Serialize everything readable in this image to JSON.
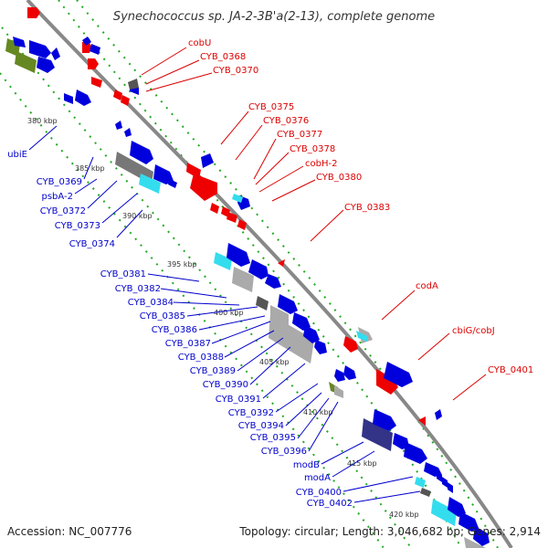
{
  "title": "Synechococcus sp. JA-2-3B'a(2-13), complete genome",
  "footer": {
    "accession": "Accession: NC_007776",
    "topology": "Topology: circular; Length: 3,046,682 bp; Genes: 2,914"
  },
  "colors": {
    "forward_label": "#dd0000",
    "reverse_label": "#0000cc",
    "backbone": "#888888",
    "tick": "#22aa22",
    "gene_red": "#ee0000",
    "gene_blue": "#0000dd",
    "gene_cyan": "#33ddee",
    "gene_gray": "#aaaaaa",
    "gene_darkgray": "#555555",
    "gene_olive": "#668822",
    "gene_navy": "#333388"
  },
  "kbp_ticks": [
    "380 kbp",
    "385 kbp",
    "390 kbp",
    "395 kbp",
    "400 kbp",
    "405 kbp",
    "410 kbp",
    "415 kbp",
    "420 kbp"
  ],
  "forward_labels": [
    "cobU",
    "CYB_0368",
    "CYB_0370",
    "CYB_0375",
    "CYB_0376",
    "CYB_0377",
    "CYB_0378",
    "cobH-2",
    "CYB_0380",
    "CYB_0383",
    "codA",
    "cbiG/cobJ",
    "CYB_0401"
  ],
  "reverse_labels": [
    "ubiE",
    "CYB_0369",
    "psbA-2",
    "CYB_0372",
    "CYB_0373",
    "CYB_0374",
    "CYB_0381",
    "CYB_0382",
    "CYB_0384",
    "CYB_0385",
    "CYB_0386",
    "CYB_0387",
    "CYB_0388",
    "CYB_0389",
    "CYB_0390",
    "CYB_0391",
    "CYB_0392",
    "CYB_0394",
    "CYB_0395",
    "CYB_0396",
    "modB",
    "modA",
    "CYB_0400",
    "CYB_0402"
  ]
}
